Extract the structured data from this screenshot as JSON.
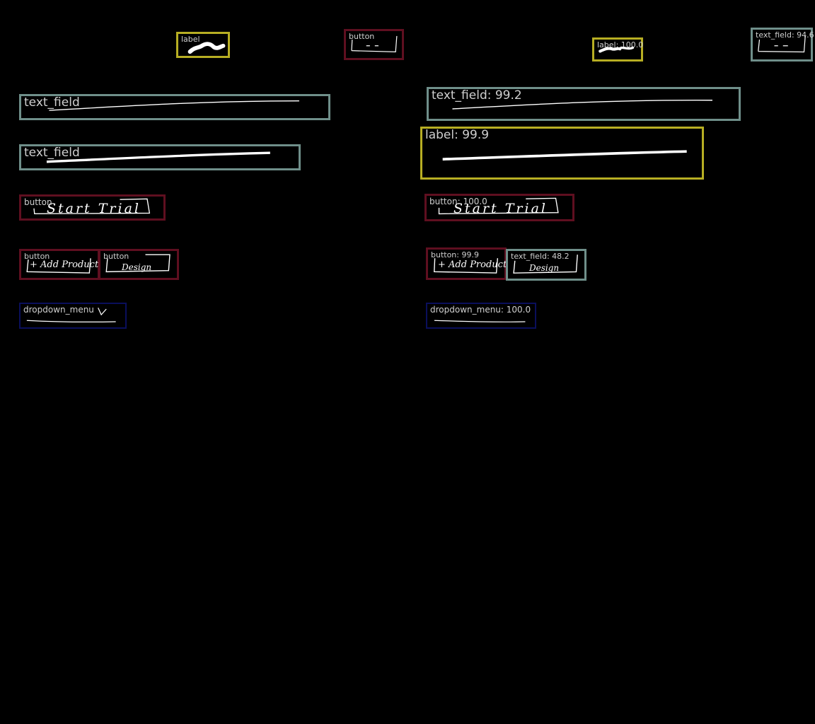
{
  "annotations": {
    "left": {
      "logo_label": {
        "tag": "label"
      },
      "top_button": {
        "tag": "button"
      },
      "text_field_1": {
        "tag": "text_field"
      },
      "text_field_2": {
        "tag": "text_field"
      },
      "start_trial_button": {
        "tag": "button",
        "text": "Start Trial"
      },
      "add_product_button": {
        "tag": "button",
        "text": "+ Add Product"
      },
      "design_button": {
        "tag": "button",
        "text": "Design"
      },
      "dropdown_menu": {
        "tag": "dropdown_menu"
      }
    },
    "right": {
      "logo_label": {
        "tag": "label: 100.0"
      },
      "top_text_field": {
        "tag": "text_field: 94.6"
      },
      "text_field": {
        "tag": "text_field: 99.2"
      },
      "label": {
        "tag": "label: 99.9"
      },
      "start_trial_button": {
        "tag": "button: 100.0",
        "text": "Start Trial"
      },
      "add_product_button": {
        "tag": "button: 99.9",
        "text": "+ Add Product"
      },
      "design_text_field": {
        "tag": "text_field: 48.2",
        "text": "Design"
      },
      "dropdown_menu": {
        "tag": "dropdown_menu: 100.0"
      }
    }
  },
  "colors": {
    "label": "#b7ae23",
    "button": "#5f0f20",
    "text_field": "#6f8f8a",
    "dropdown_menu": "#0a0f5c",
    "background": "#000000",
    "ink": "#ffffff"
  }
}
